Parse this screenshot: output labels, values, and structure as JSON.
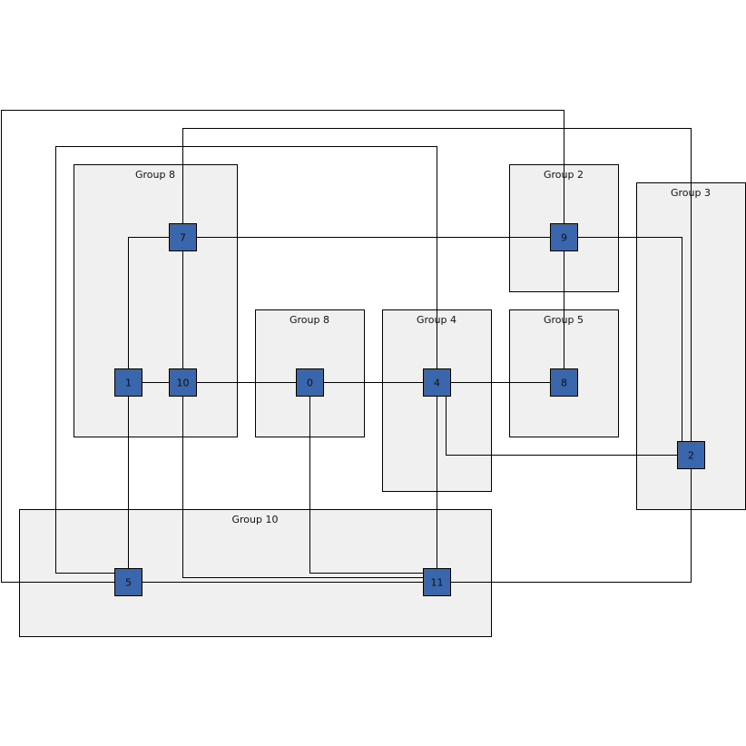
{
  "colors": {
    "group_fill": "#f0f0f0",
    "node_fill": "#3a66ad",
    "stroke": "#000000"
  },
  "groups": [
    {
      "id": "g8a",
      "label": "Group 8"
    },
    {
      "id": "g2",
      "label": "Group 2"
    },
    {
      "id": "g3",
      "label": "Group 3"
    },
    {
      "id": "g8b",
      "label": "Group 8"
    },
    {
      "id": "g4",
      "label": "Group 4"
    },
    {
      "id": "g5",
      "label": "Group 5"
    },
    {
      "id": "g10",
      "label": "Group 10"
    }
  ],
  "nodes": [
    {
      "id": "7",
      "label": "7",
      "group": "g8a"
    },
    {
      "id": "9",
      "label": "9",
      "group": "g2"
    },
    {
      "id": "1",
      "label": "1",
      "group": "g8a"
    },
    {
      "id": "10",
      "label": "10",
      "group": "g8a"
    },
    {
      "id": "0",
      "label": "0",
      "group": "g8b"
    },
    {
      "id": "4",
      "label": "4",
      "group": "g4"
    },
    {
      "id": "8",
      "label": "8",
      "group": "g5"
    },
    {
      "id": "2",
      "label": "2",
      "group": "g3"
    },
    {
      "id": "5",
      "label": "5",
      "group": "g10"
    },
    {
      "id": "11",
      "label": "11",
      "group": "g10"
    }
  ],
  "edges": [
    {
      "from": "7",
      "to": "2"
    },
    {
      "from": "5",
      "to": "9"
    },
    {
      "from": "5",
      "to": "4"
    },
    {
      "from": "7",
      "to": "1"
    },
    {
      "from": "7",
      "to": "10"
    },
    {
      "from": "7",
      "to": "9"
    },
    {
      "from": "9",
      "to": "2"
    },
    {
      "from": "9",
      "to": "8"
    },
    {
      "from": "1",
      "to": "10"
    },
    {
      "from": "10",
      "to": "0"
    },
    {
      "from": "0",
      "to": "4"
    },
    {
      "from": "4",
      "to": "8"
    },
    {
      "from": "4",
      "to": "2"
    },
    {
      "from": "4",
      "to": "11"
    },
    {
      "from": "1",
      "to": "5"
    },
    {
      "from": "10",
      "to": "11"
    },
    {
      "from": "0",
      "to": "11"
    },
    {
      "from": "5",
      "to": "11"
    },
    {
      "from": "11",
      "to": "2"
    }
  ]
}
